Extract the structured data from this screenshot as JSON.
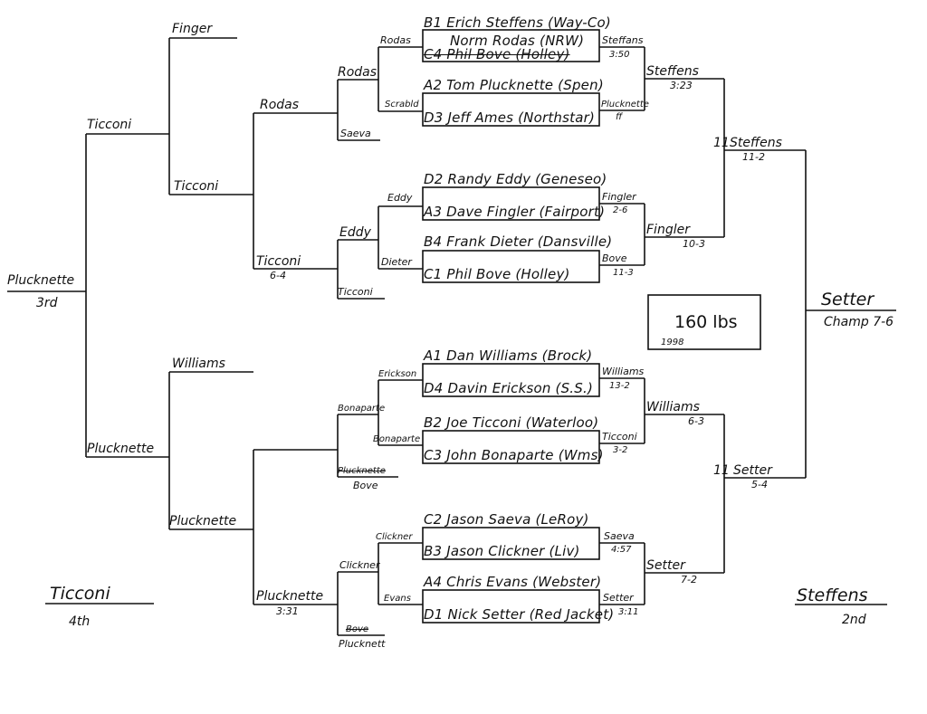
{
  "header": {
    "weight": "160 lbs",
    "year": "1998"
  },
  "first_round": [
    {
      "top": "B1 Erich Steffens (Way-Co)",
      "bottom": "C4 Phil Bove (Holley)",
      "replacement": "Norm Rodas (NRW)"
    },
    {
      "top": "A2 Tom Plucknette (Spen)",
      "bottom": "D3 Jeff Ames (Northstar)"
    },
    {
      "top": "D2 Randy Eddy (Geneseo)",
      "bottom": "A3 Dave Fingler (Fairport)"
    },
    {
      "top": "B4 Frank Dieter (Dansville)",
      "bottom": "C1 Phil Bove (Holley)"
    },
    {
      "top": "A1 Dan Williams (Brock)",
      "bottom": "D4 Davin Erickson (S.S.)"
    },
    {
      "top": "B2 Joe Ticconi (Waterloo)",
      "bottom": "C3 John Bonaparte (Wms)"
    },
    {
      "top": "C2 Jason Saeva (LeRoy)",
      "bottom": "B3 Jason Clickner (Liv)"
    },
    {
      "top": "A4 Chris Evans (Webster)",
      "bottom": "D1 Nick Setter (Red Jacket)"
    }
  ],
  "quarterfinals": [
    {
      "name": "Steffans",
      "score": "3:50"
    },
    {
      "name": "Plucknette",
      "score": "ff"
    },
    {
      "name": "Fingler",
      "score": "2-6"
    },
    {
      "name": "Bove",
      "score": "11-3"
    },
    {
      "name": "Williams",
      "score": "13-2"
    },
    {
      "name": "Ticconi",
      "score": "3-2"
    },
    {
      "name": "Saeva",
      "score": "4:57"
    },
    {
      "name": "Setter",
      "score": "3:11"
    }
  ],
  "semifinals": [
    {
      "name": "Steffens",
      "score": "3:23"
    },
    {
      "name": "Fingler",
      "score": "10-3"
    },
    {
      "name": "Williams",
      "score": "6-3"
    },
    {
      "name": "Setter",
      "score": "7-2"
    }
  ],
  "finals": [
    {
      "name": "Steffens",
      "score": "11-2",
      "mark": "11"
    },
    {
      "name": "Setter",
      "score": "5-4",
      "mark": "11"
    }
  ],
  "champion": {
    "name": "Setter",
    "label": "Champ 7-6"
  },
  "consolation": {
    "c1": [
      "Rodas",
      "Scrabld",
      "Eddy",
      "Dieter",
      "Erickson",
      "Bonaparte",
      "Clickner",
      "Evans"
    ],
    "c2": [
      "Rodas",
      "Saeva",
      "Eddy",
      "Ticconi",
      "Bonaparte",
      "Plucknette",
      "Bove",
      "Clickner",
      "Bove",
      "Plucknett"
    ],
    "c3": [
      {
        "name": "Rodas"
      },
      {
        "name": "Ticconi",
        "score": "6-4"
      },
      {
        "name": "Plucknette",
        "score": "3:31"
      }
    ],
    "c4": [
      "Finger",
      "Ticconi",
      "Williams",
      "Plucknette"
    ],
    "c5": [
      "Ticconi",
      "Plucknette"
    ]
  },
  "places": {
    "second": {
      "name": "Steffens",
      "label": "2nd"
    },
    "third": {
      "name": "Plucknette",
      "label": "3rd"
    },
    "fourth": {
      "name": "Ticconi",
      "label": "4th"
    }
  }
}
